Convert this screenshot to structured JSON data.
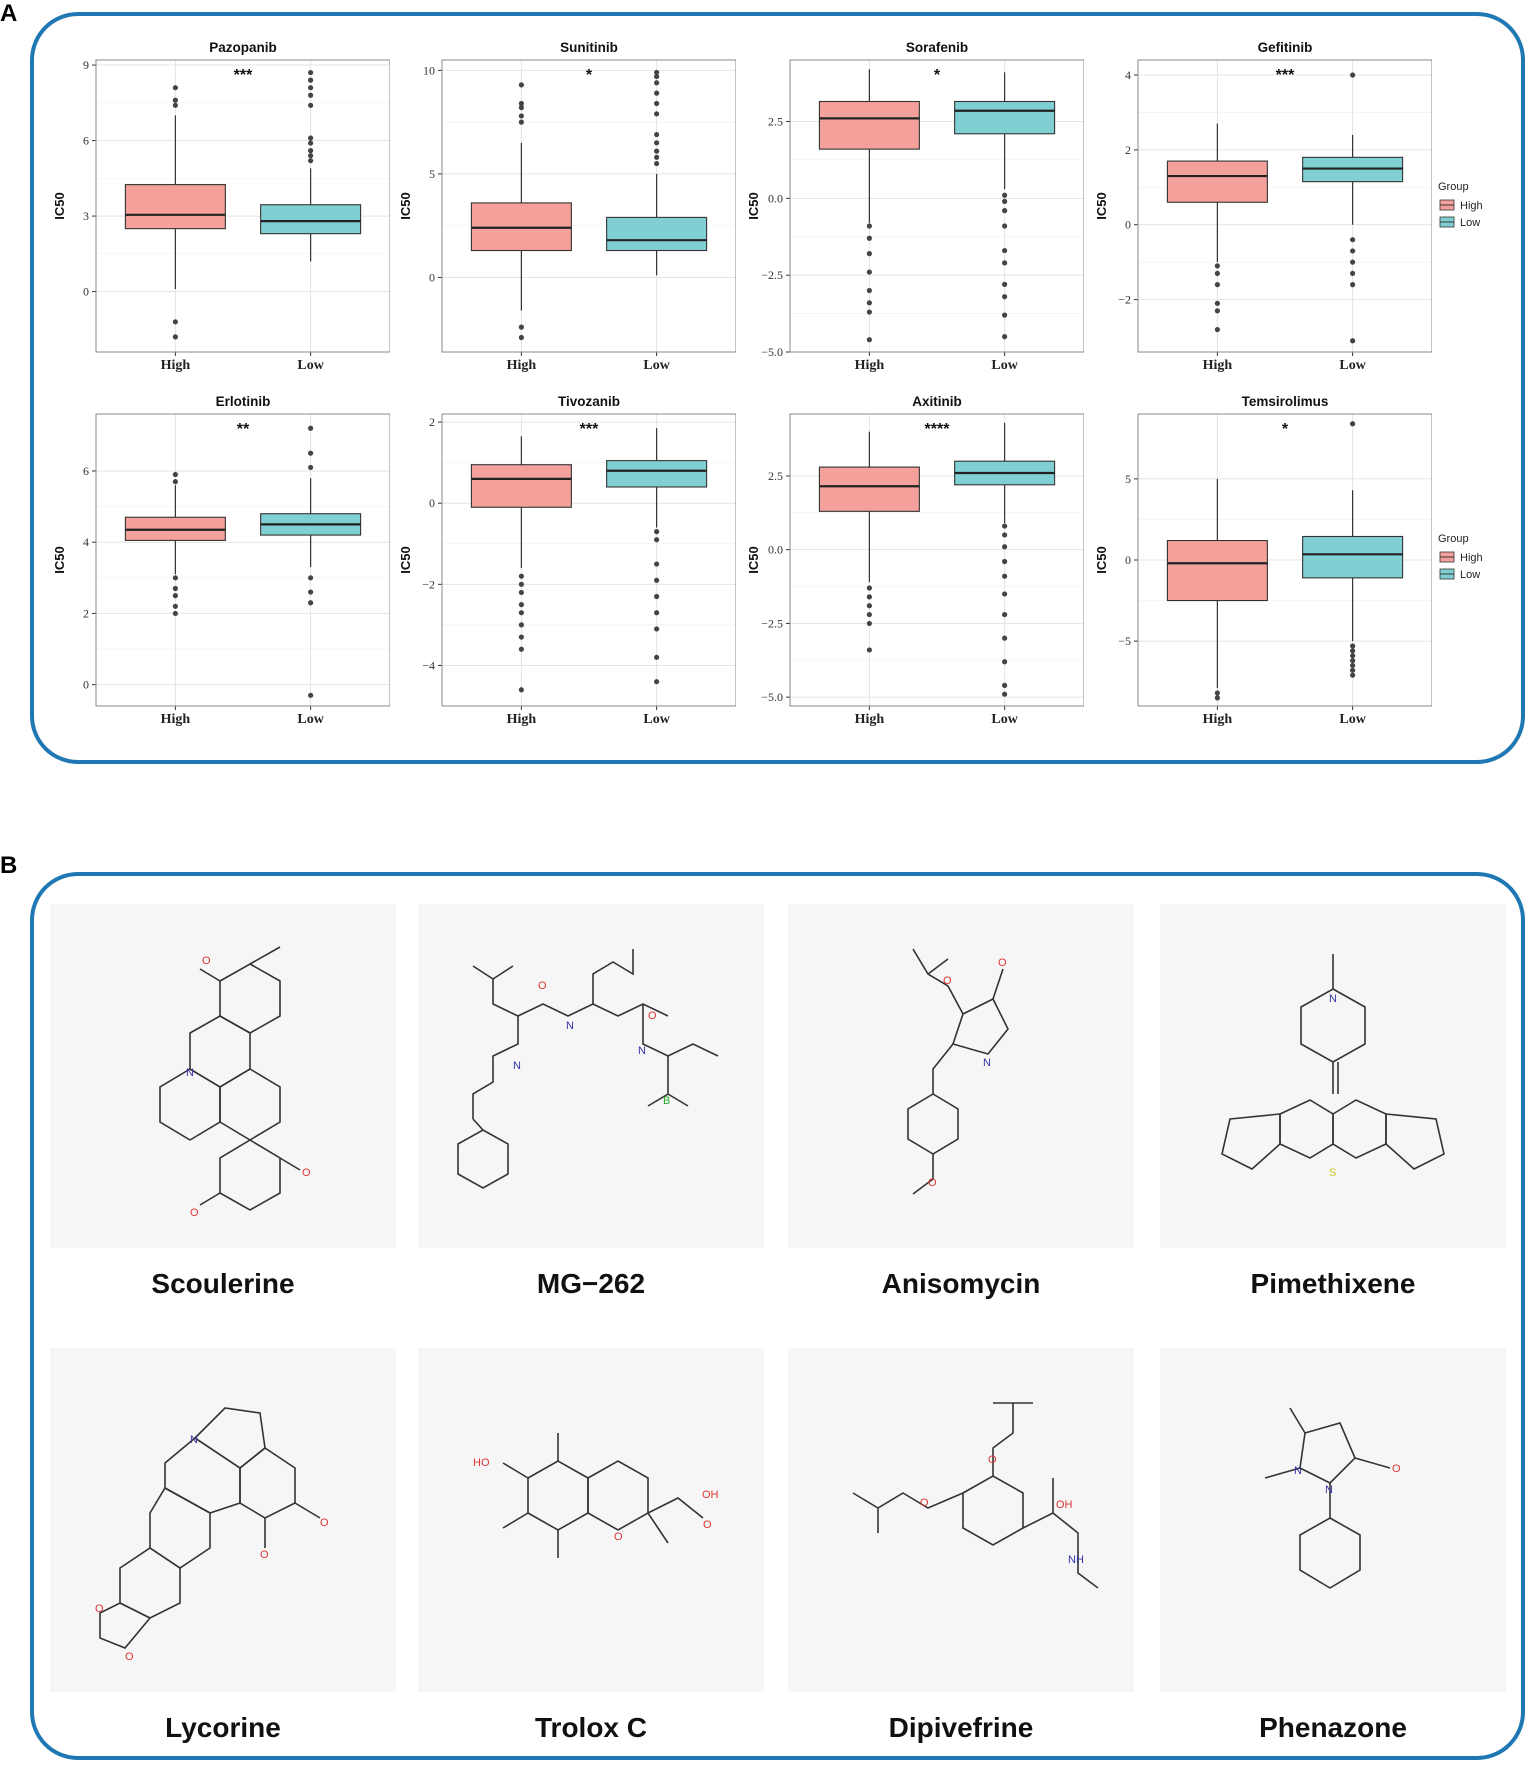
{
  "panels": {
    "a_label": "A",
    "b_label": "B"
  },
  "legend": {
    "title": "Group",
    "high": "High",
    "low": "Low"
  },
  "colors": {
    "high": "#f4a19b",
    "low": "#80cfd3",
    "frame": "#1f78b4"
  },
  "chart_data": [
    {
      "type": "box",
      "title": "Pazopanib",
      "ylabel": "IC50",
      "signif": "***",
      "ylim": [
        -2.4,
        9.2
      ],
      "yticks": [
        0,
        3,
        6,
        9
      ],
      "categories": [
        "High",
        "Low"
      ],
      "boxes": [
        {
          "group": "High",
          "min": 0.1,
          "q1": 2.5,
          "median": 3.05,
          "q3": 4.25,
          "max": 7.0,
          "outliers": [
            8.1,
            7.6,
            7.4,
            -1.2,
            -1.8
          ]
        },
        {
          "group": "Low",
          "min": 1.2,
          "q1": 2.3,
          "median": 2.8,
          "q3": 3.45,
          "max": 4.9,
          "outliers": [
            8.7,
            8.4,
            8.1,
            7.8,
            7.4,
            6.1,
            5.9,
            5.6,
            5.4,
            5.2
          ]
        }
      ]
    },
    {
      "type": "box",
      "title": "Sunitinib",
      "ylabel": "IC50",
      "signif": "*",
      "ylim": [
        -3.6,
        10.5
      ],
      "yticks": [
        0,
        5,
        10
      ],
      "categories": [
        "High",
        "Low"
      ],
      "boxes": [
        {
          "group": "High",
          "min": -1.6,
          "q1": 1.3,
          "median": 2.4,
          "q3": 3.6,
          "max": 6.5,
          "outliers": [
            9.3,
            8.4,
            8.2,
            7.8,
            7.5,
            -2.4,
            -2.9
          ]
        },
        {
          "group": "Low",
          "min": 0.1,
          "q1": 1.3,
          "median": 1.8,
          "q3": 2.9,
          "max": 5.0,
          "outliers": [
            9.9,
            9.7,
            9.4,
            8.9,
            8.4,
            7.9,
            6.9,
            6.5,
            6.1,
            5.8,
            5.5
          ]
        }
      ]
    },
    {
      "type": "box",
      "title": "Sorafenib",
      "ylabel": "IC50",
      "signif": "*",
      "ylim": [
        -5.0,
        4.5
      ],
      "yticks": [
        -5.0,
        -2.5,
        0.0,
        2.5
      ],
      "categories": [
        "High",
        "Low"
      ],
      "boxes": [
        {
          "group": "High",
          "min": -0.8,
          "q1": 1.6,
          "median": 2.6,
          "q3": 3.15,
          "max": 4.2,
          "outliers": [
            -0.9,
            -1.3,
            -1.8,
            -2.4,
            -3.0,
            -3.4,
            -3.7,
            -4.6
          ]
        },
        {
          "group": "Low",
          "min": 0.3,
          "q1": 2.1,
          "median": 2.85,
          "q3": 3.15,
          "max": 4.1,
          "outliers": [
            0.1,
            -0.1,
            -0.4,
            -0.9,
            -1.7,
            -2.1,
            -2.8,
            -3.2,
            -3.8,
            -4.5
          ]
        }
      ]
    },
    {
      "type": "box",
      "title": "Gefitinib",
      "ylabel": "IC50",
      "signif": "***",
      "ylim": [
        -3.4,
        4.4
      ],
      "yticks": [
        -2,
        0,
        2,
        4
      ],
      "categories": [
        "High",
        "Low"
      ],
      "boxes": [
        {
          "group": "High",
          "min": -1.0,
          "q1": 0.6,
          "median": 1.3,
          "q3": 1.7,
          "max": 2.7,
          "outliers": [
            -1.1,
            -1.3,
            -1.6,
            -2.1,
            -2.3,
            -2.8
          ]
        },
        {
          "group": "Low",
          "min": 0.0,
          "q1": 1.15,
          "median": 1.5,
          "q3": 1.8,
          "max": 2.4,
          "outliers": [
            4.0,
            -0.4,
            -0.7,
            -1.0,
            -1.3,
            -1.6,
            -3.1
          ]
        }
      ]
    },
    {
      "type": "box",
      "title": "Erlotinib",
      "ylabel": "IC50",
      "signif": "**",
      "ylim": [
        -0.6,
        7.6
      ],
      "yticks": [
        0,
        2,
        4,
        6
      ],
      "categories": [
        "High",
        "Low"
      ],
      "boxes": [
        {
          "group": "High",
          "min": 3.1,
          "q1": 4.05,
          "median": 4.35,
          "q3": 4.7,
          "max": 5.6,
          "outliers": [
            5.9,
            5.7,
            3.0,
            2.7,
            2.5,
            2.2,
            2.0
          ]
        },
        {
          "group": "Low",
          "min": 3.3,
          "q1": 4.2,
          "median": 4.5,
          "q3": 4.8,
          "max": 5.8,
          "outliers": [
            7.2,
            6.5,
            6.1,
            3.0,
            2.6,
            2.3,
            -0.3
          ]
        }
      ]
    },
    {
      "type": "box",
      "title": "Tivozanib",
      "ylabel": "IC50",
      "signif": "***",
      "ylim": [
        -5.0,
        2.2
      ],
      "yticks": [
        -4,
        -2,
        0,
        2
      ],
      "categories": [
        "High",
        "Low"
      ],
      "boxes": [
        {
          "group": "High",
          "min": -1.6,
          "q1": -0.1,
          "median": 0.6,
          "q3": 0.95,
          "max": 1.65,
          "outliers": [
            -1.8,
            -2.0,
            -2.2,
            -2.5,
            -2.7,
            -3.0,
            -3.3,
            -3.6,
            -4.6
          ]
        },
        {
          "group": "Low",
          "min": -0.6,
          "q1": 0.4,
          "median": 0.8,
          "q3": 1.05,
          "max": 1.85,
          "outliers": [
            -0.7,
            -0.9,
            -1.5,
            -1.9,
            -2.3,
            -2.7,
            -3.1,
            -3.8,
            -4.4
          ]
        }
      ]
    },
    {
      "type": "box",
      "title": "Axitinib",
      "ylabel": "IC50",
      "signif": "****",
      "ylim": [
        -5.3,
        4.6
      ],
      "yticks": [
        -5.0,
        -2.5,
        0.0,
        2.5
      ],
      "categories": [
        "High",
        "Low"
      ],
      "boxes": [
        {
          "group": "High",
          "min": -1.1,
          "q1": 1.3,
          "median": 2.15,
          "q3": 2.8,
          "max": 4.0,
          "outliers": [
            -1.3,
            -1.6,
            -1.9,
            -2.2,
            -2.5,
            -3.4
          ]
        },
        {
          "group": "Low",
          "min": 0.9,
          "q1": 2.2,
          "median": 2.6,
          "q3": 3.0,
          "max": 4.3,
          "outliers": [
            0.8,
            0.5,
            0.1,
            -0.4,
            -0.9,
            -1.5,
            -2.2,
            -3.0,
            -3.8,
            -4.6,
            -4.9
          ]
        }
      ]
    },
    {
      "type": "box",
      "title": "Temsirolimus",
      "ylabel": "IC50",
      "signif": "*",
      "ylim": [
        -9.0,
        9.0
      ],
      "yticks": [
        -5,
        0,
        5
      ],
      "categories": [
        "High",
        "Low"
      ],
      "boxes": [
        {
          "group": "High",
          "min": -7.9,
          "q1": -2.5,
          "median": -0.2,
          "q3": 1.2,
          "max": 5.0,
          "outliers": [
            -8.2,
            -8.5
          ]
        },
        {
          "group": "Low",
          "min": -5.0,
          "q1": -1.1,
          "median": 0.35,
          "q3": 1.45,
          "max": 4.3,
          "outliers": [
            8.4,
            -5.3,
            -5.6,
            -5.9,
            -6.2,
            -6.5,
            -6.8,
            -7.1
          ]
        }
      ]
    }
  ],
  "molecules": [
    {
      "name": "Scoulerine",
      "icon": "scoulerine-structure"
    },
    {
      "name": "MG−262",
      "icon": "mg262-structure"
    },
    {
      "name": "Anisomycin",
      "icon": "anisomycin-structure"
    },
    {
      "name": "Pimethixene",
      "icon": "pimethixene-structure"
    },
    {
      "name": "Lycorine",
      "icon": "lycorine-structure"
    },
    {
      "name": "Trolox C",
      "icon": "trolox-structure"
    },
    {
      "name": "Dipivefrine",
      "icon": "dipivefrine-structure"
    },
    {
      "name": "Phenazone",
      "icon": "phenazone-structure"
    }
  ]
}
